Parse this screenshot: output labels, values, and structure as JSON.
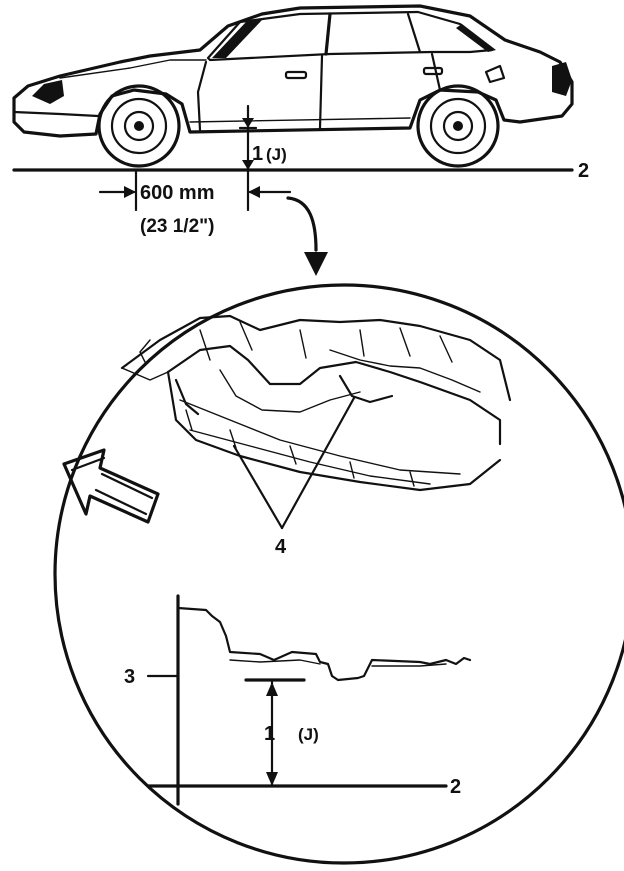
{
  "labels": {
    "dim_1_top": "1",
    "j_top": "(J)",
    "ref_2_top": "2",
    "dim_mm": "600 mm",
    "dim_in": "(23 1/2\")",
    "ref_4": "4",
    "ref_3": "3",
    "dim_1_bottom": "1",
    "j_bottom": "(J)",
    "ref_2_bottom": "2"
  }
}
